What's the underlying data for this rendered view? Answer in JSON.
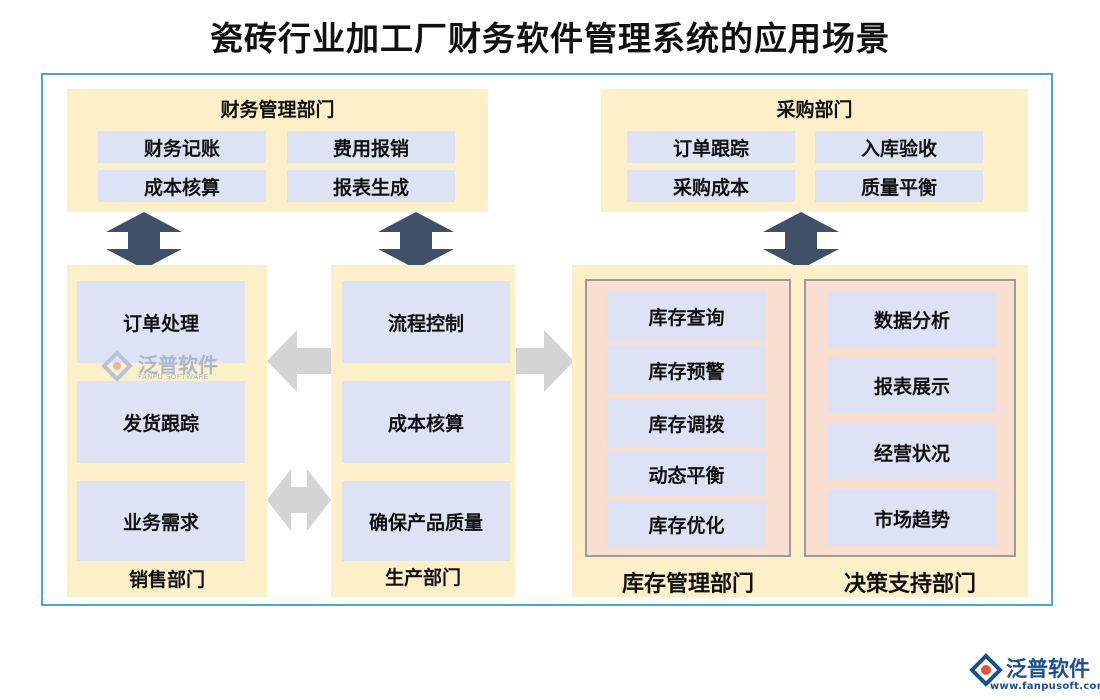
{
  "title": "瓷砖行业加工厂财务软件管理系统的应用场景",
  "finance": {
    "title": "财务管理部门",
    "items": [
      "财务记账",
      "费用报销",
      "成本核算",
      "报表生成"
    ]
  },
  "purchase": {
    "title": "采购部门",
    "items": [
      "订单跟踪",
      "入库验收",
      "采购成本",
      "质量平衡"
    ]
  },
  "sales": {
    "title": "销售部门",
    "items": [
      "订单处理",
      "发货跟踪",
      "业务需求"
    ]
  },
  "production": {
    "title": "生产部门",
    "items": [
      "流程控制",
      "成本核算",
      "确保产品质量"
    ]
  },
  "inventory": {
    "title": "库存管理部门",
    "items": [
      "库存查询",
      "库存预警",
      "库存调拨",
      "动态平衡",
      "库存优化"
    ]
  },
  "decision": {
    "title": "决策支持部门",
    "items": [
      "数据分析",
      "报表展示",
      "经营状况",
      "市场趋势"
    ]
  },
  "watermark": {
    "text": "泛普软件",
    "sub": "FANPU SOFTWARE"
  },
  "logo": {
    "text": "泛普软件",
    "url": "www.fanpusoft.com"
  },
  "colors": {
    "panel": "#fdf0c8",
    "cell": "#dde3f4",
    "sub_panel": "#f9dfcf",
    "frame": "#4aa6d4",
    "dark_arrow": "#3f5068",
    "light_arrow": "#d4d4d4"
  }
}
